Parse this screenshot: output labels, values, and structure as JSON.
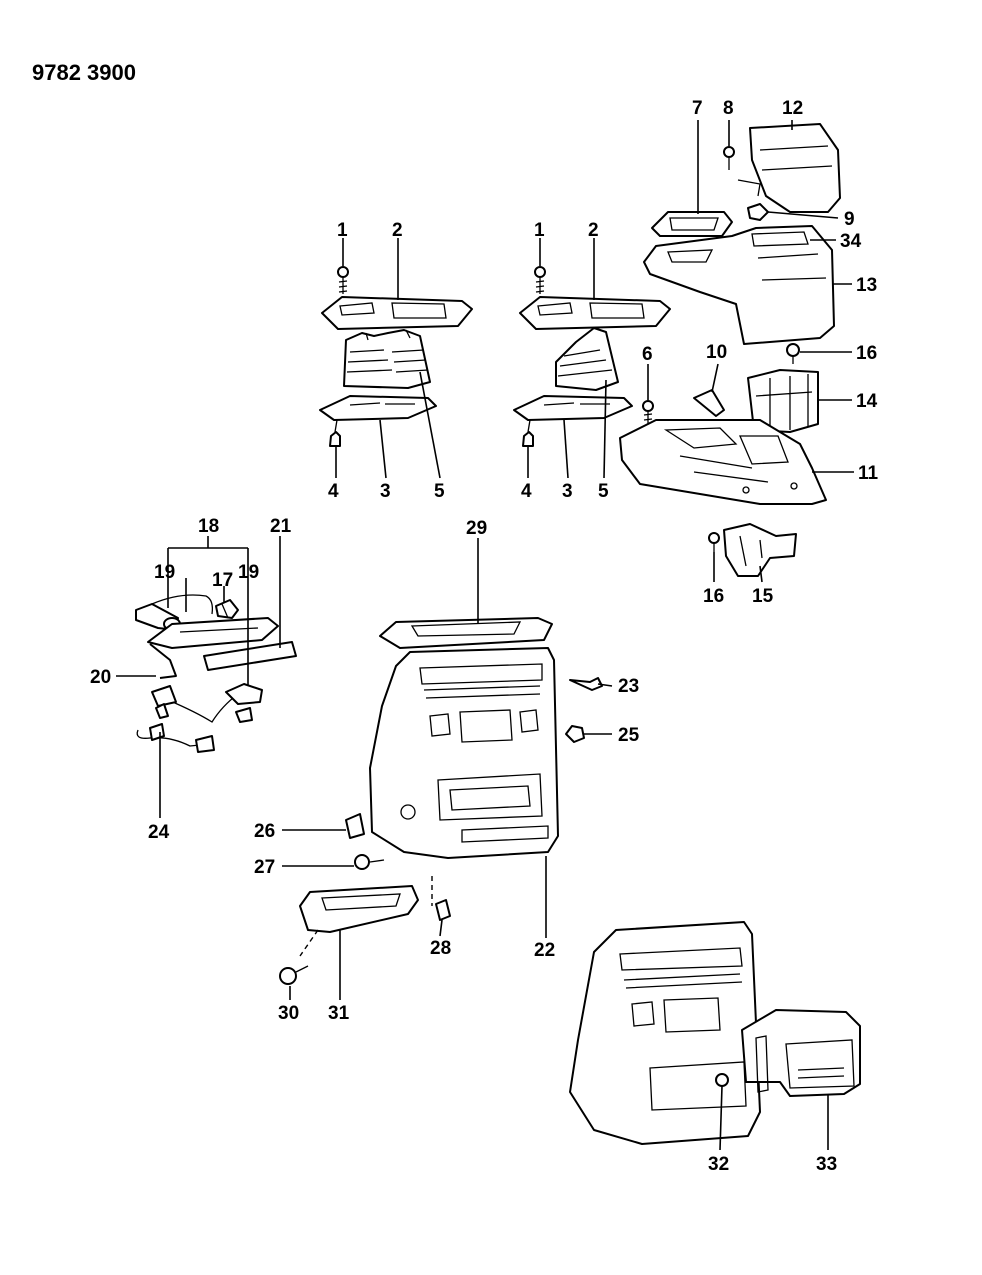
{
  "diagram_code": "9782 3900",
  "callouts": {
    "c1a": "1",
    "c2a": "2",
    "c4a": "4",
    "c3a": "3",
    "c5a": "5",
    "c1b": "1",
    "c2b": "2",
    "c6": "6",
    "c4b": "4",
    "c3b": "3",
    "c5b": "5",
    "c7": "7",
    "c8": "8",
    "c12": "12",
    "c9": "9",
    "c34": "34",
    "c13": "13",
    "c10": "10",
    "c16a": "16",
    "c14": "14",
    "c11": "11",
    "c16b": "16",
    "c15": "15",
    "c18": "18",
    "c19a": "19",
    "c17": "17",
    "c19b": "19",
    "c21": "21",
    "c20": "20",
    "c24": "24",
    "c29": "29",
    "c23": "23",
    "c25": "25",
    "c26": "26",
    "c27": "27",
    "c28": "28",
    "c22": "22",
    "c30": "30",
    "c31": "31",
    "c32": "32",
    "c33": "33"
  }
}
